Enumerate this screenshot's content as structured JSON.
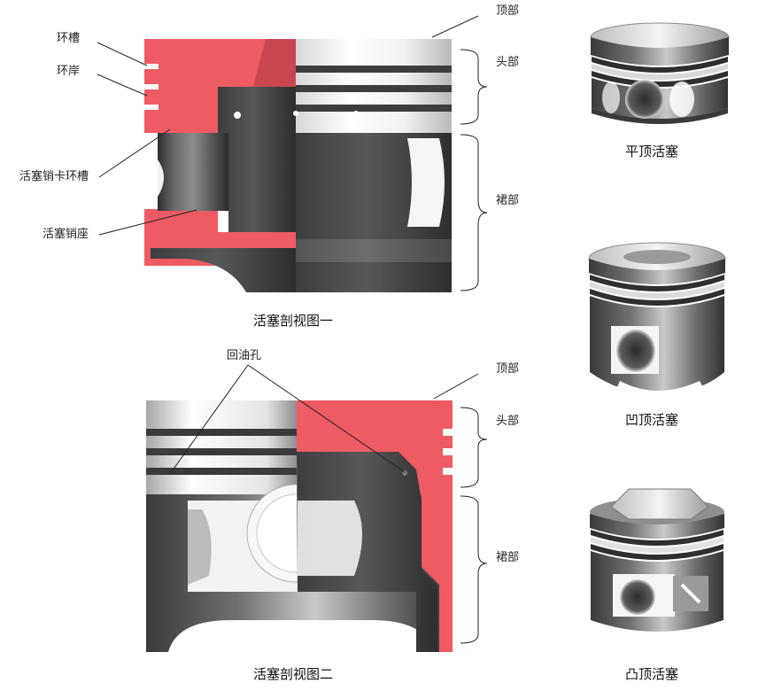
{
  "diagram1": {
    "caption": "活塞剖视图一",
    "labels": {
      "ring_groove": "环槽",
      "ring_land": "环岸",
      "pin_clip_groove": "活塞销卡环槽",
      "pin_boss": "活塞销座",
      "top": "顶部",
      "head": "头部",
      "skirt": "裙部"
    }
  },
  "diagram2": {
    "caption": "活塞剖视图二",
    "labels": {
      "oil_hole": "回油孔",
      "top": "顶部",
      "head": "头部",
      "skirt": "裙部"
    }
  },
  "pistons": [
    {
      "caption": "平顶活塞"
    },
    {
      "caption": "凹顶活塞"
    },
    {
      "caption": "凸顶活塞"
    }
  ],
  "colors": {
    "section_red": "#ef5b62",
    "metal_dark": "#4a4a4d",
    "metal_light": "#e9e9ea"
  }
}
